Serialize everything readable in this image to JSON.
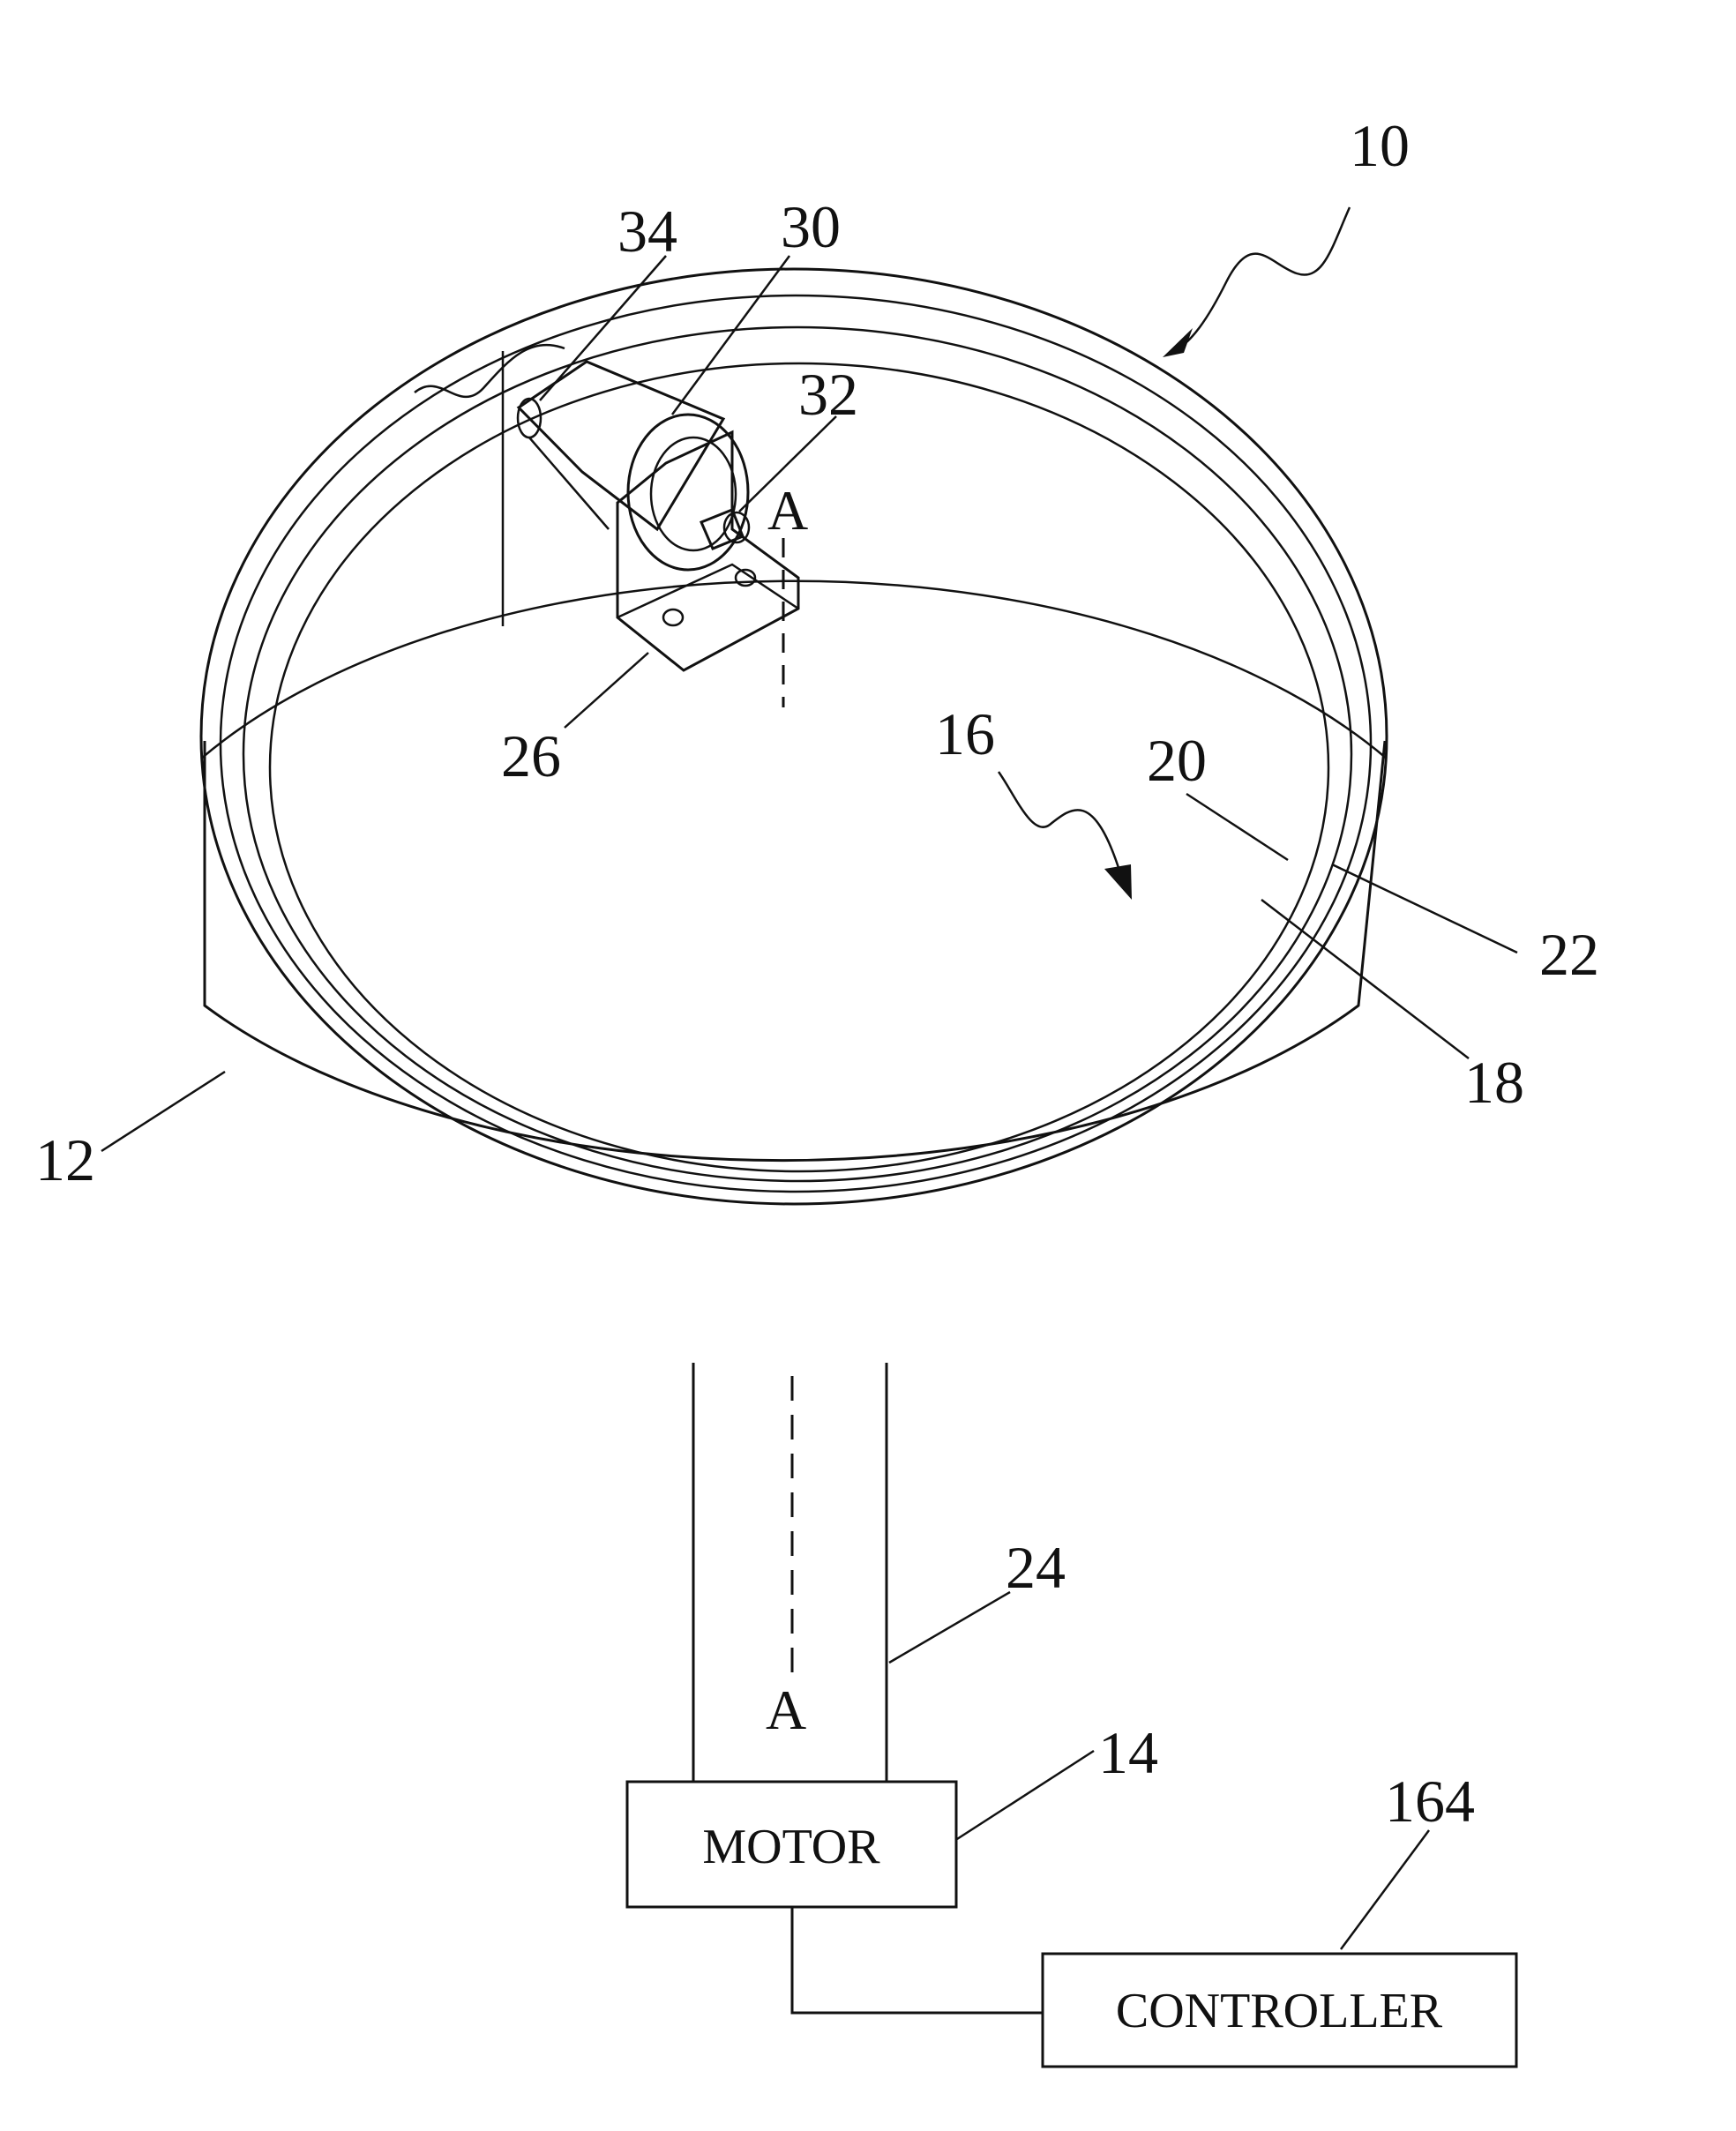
{
  "references": {
    "r10": "10",
    "r34": "34",
    "r30": "30",
    "r32": "32",
    "r26": "26",
    "r16": "16",
    "r20": "20",
    "r22": "22",
    "r18": "18",
    "r12": "12",
    "r24": "24",
    "r14": "14",
    "r164": "164"
  },
  "axis": {
    "top": "A",
    "bottom": "A"
  },
  "boxes": {
    "motor": "MOTOR",
    "controller": "CONTROLLER"
  }
}
